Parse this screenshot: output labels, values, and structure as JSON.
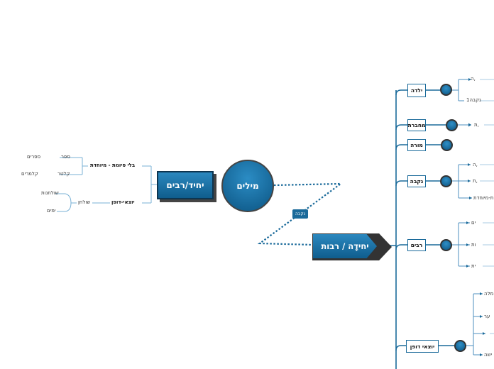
{
  "colors": {
    "accent": "#1a6a9a",
    "dark": "#0c5583",
    "line": "#1a6a9a"
  },
  "center": {
    "label": "מילים"
  },
  "left_branch": {
    "title": "יחיד/רבים",
    "sub1": {
      "label": "בלי סיומת - מיוחדת",
      "items": [
        [
          "ספר",
          "ספרים"
        ],
        [
          "קלטר",
          "קלמרים"
        ]
      ]
    },
    "sub2": {
      "label": "יוצאי-דופן",
      "item": "שולחן",
      "children": [
        "שולחנות",
        "ימים"
      ]
    }
  },
  "connector": {
    "label": "נקבה"
  },
  "right_branch": {
    "title": "יחידָה / רבות",
    "nodes": [
      {
        "label": "ילדה",
        "children": [
          "ה,",
          "נקבה1"
        ]
      },
      {
        "label": "מחברת",
        "children": [
          "ת,"
        ]
      },
      {
        "label": "מורה",
        "children": []
      },
      {
        "label": "נקבה",
        "children": [
          "ה,",
          "ת,",
          "ת-מיוחדת"
        ]
      },
      {
        "label": "רבים",
        "children": [
          "ים",
          "ות",
          "ית"
        ]
      },
      {
        "label": "יוצאי דופן",
        "children": [
          "מלה",
          "ער",
          "",
          "ישה"
        ]
      }
    ]
  }
}
